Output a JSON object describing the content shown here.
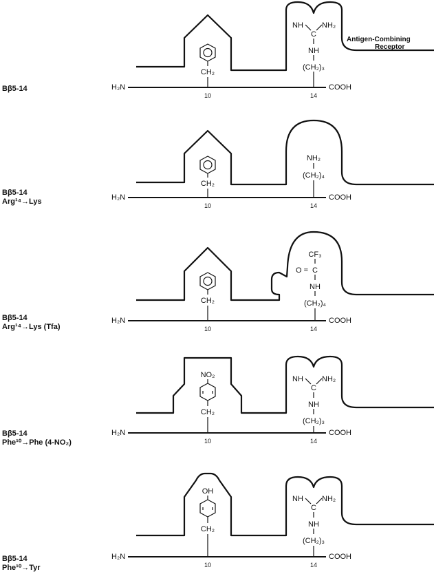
{
  "chain": {
    "n_term": "H₂N",
    "c_term": "COOH",
    "pos_a": "10",
    "pos_b": "14"
  },
  "receptor_label": [
    "Antigen-Combining",
    "Receptor"
  ],
  "panels": [
    {
      "id": "p1",
      "name_line1": "Bβ5-14",
      "name_line2": "",
      "side10": {
        "top": "",
        "mid": "CH₂"
      },
      "side14": {
        "lines": [
          "NH",
          "C",
          "NH",
          "(CH₂)₃"
        ],
        "extra": [
          "NH",
          "NH₂"
        ]
      }
    },
    {
      "id": "p2",
      "name_line1": "Bβ5-14",
      "name_line2": "Arg¹⁴→Lys",
      "side10": {
        "top": "",
        "mid": "CH₂"
      },
      "side14": {
        "lines": [
          "NH₂",
          "(CH₂)₄"
        ],
        "extra": []
      }
    },
    {
      "id": "p3",
      "name_line1": "Bβ5-14",
      "name_line2": "Arg¹⁴→Lys (Tfa)",
      "side10": {
        "top": "",
        "mid": "CH₂"
      },
      "side14": {
        "lines": [
          "CF₃",
          "C",
          "NH",
          "(CH₂)₄"
        ],
        "extra": [
          "O ="
        ]
      }
    },
    {
      "id": "p4",
      "name_line1": "Bβ5-14",
      "name_line2": "Phe¹⁰→Phe (4-NO₂)",
      "side10": {
        "top": "NO₂",
        "mid": "CH₂"
      },
      "side14": {
        "lines": [
          "NH",
          "C",
          "NH",
          "(CH₂)₃"
        ],
        "extra": [
          "NH",
          "NH₂"
        ]
      }
    },
    {
      "id": "p5",
      "name_line1": "Bβ5-14",
      "name_line2": "Phe¹⁰→Tyr",
      "side10": {
        "top": "OH",
        "mid": "CH₂"
      },
      "side14": {
        "lines": [
          "NH",
          "C",
          "NH",
          "(CH₂)₃"
        ],
        "extra": [
          "NH",
          "NH₂"
        ]
      }
    }
  ]
}
